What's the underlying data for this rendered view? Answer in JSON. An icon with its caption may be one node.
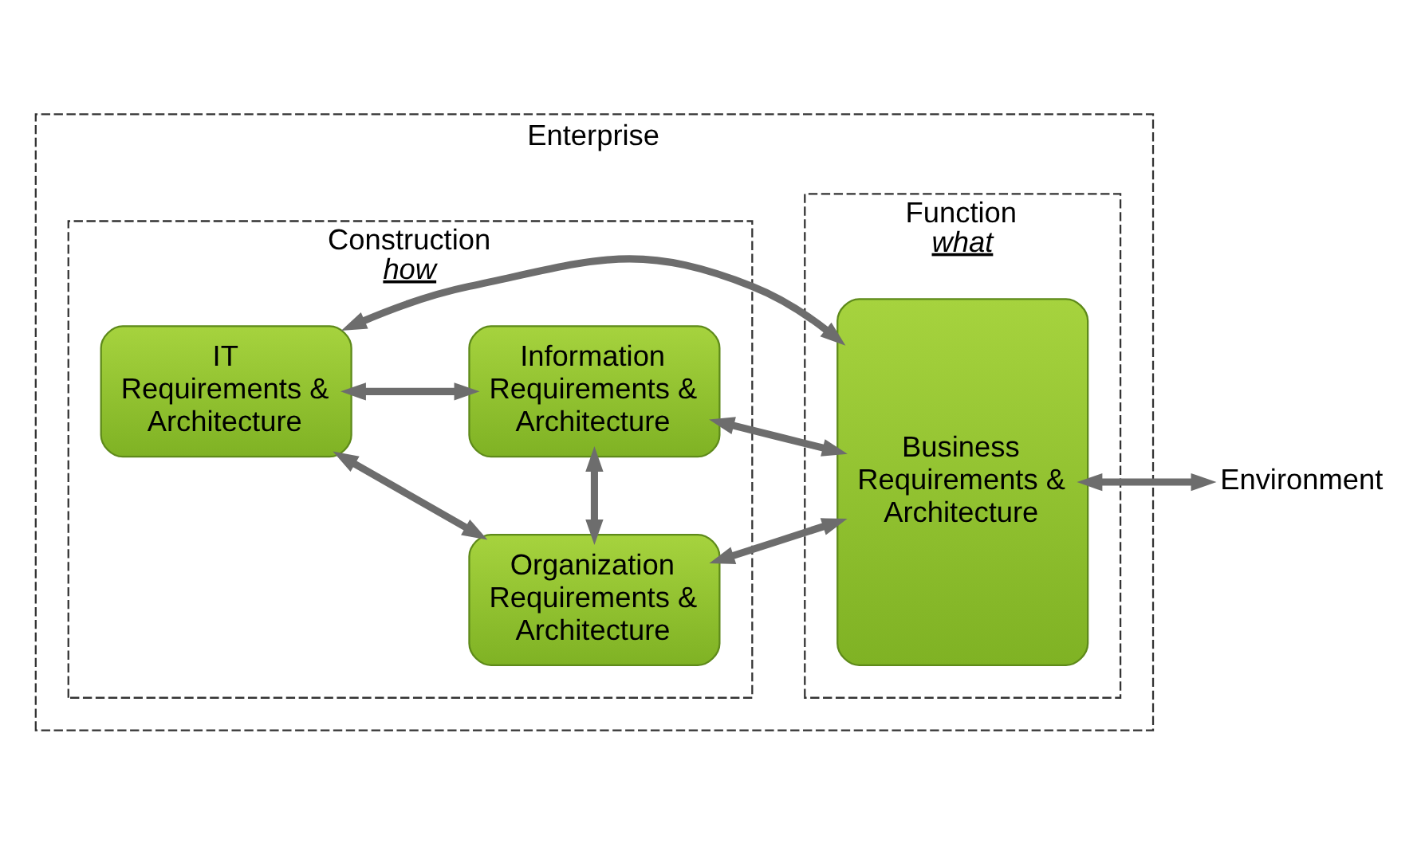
{
  "diagram": {
    "nodes": [
      {
        "text": [
          "Enterprise"
        ]
      },
      {
        "text": [
          "Construction",
          "how"
        ],
        "in": 0
      },
      {
        "text": [
          "Function",
          "what"
        ],
        "in": 0
      },
      {
        "text": [
          "Organization Requirements & Architecture"
        ],
        "in": 1
      },
      {
        "text": [
          "IT Requirements & Architecture"
        ],
        "in": 1
      },
      {
        "text": [
          "Information Requirements & Architecture"
        ],
        "in": 1
      },
      {
        "text": [
          "Business Requirements & Architecture"
        ],
        "in": 2
      },
      {
        "text": [
          "Environment"
        ]
      }
    ],
    "edges": [
      {
        "from": 4,
        "to": 3,
        "arrow": "both"
      },
      {
        "from": 3,
        "to": 6,
        "arrow": "both"
      },
      {
        "from": 4,
        "to": 6,
        "arrow": "both"
      },
      {
        "from": 3,
        "to": 5,
        "arrow": "both"
      },
      {
        "from": 4,
        "to": 5,
        "arrow": "both"
      },
      {
        "from": 5,
        "to": 6,
        "arrow": "both"
      },
      {
        "from": 6,
        "to": 7,
        "arrow": "both"
      }
    ]
  }
}
